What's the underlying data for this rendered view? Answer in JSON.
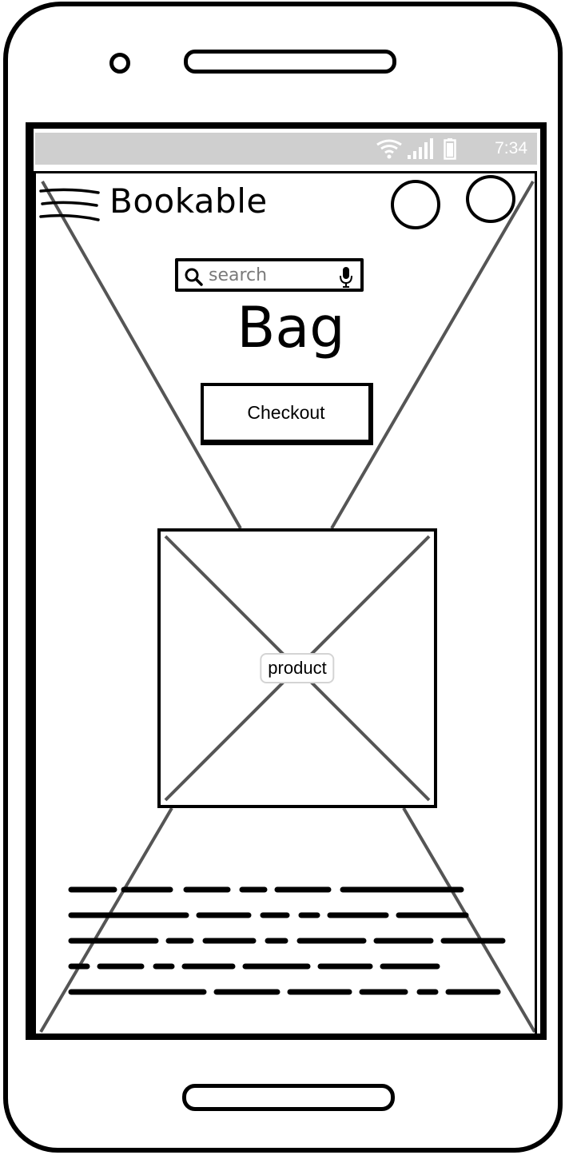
{
  "status_bar": {
    "time": "7:34"
  },
  "header": {
    "app_title": "Bookable"
  },
  "search": {
    "placeholder": "search"
  },
  "page": {
    "title": "Bag"
  },
  "actions": {
    "checkout_label": "Checkout"
  },
  "product": {
    "image_label": "product"
  },
  "colors": {
    "status_bar_bg": "#cfcfcf",
    "outline": "#000000",
    "placeholder_lines": "#555555"
  }
}
